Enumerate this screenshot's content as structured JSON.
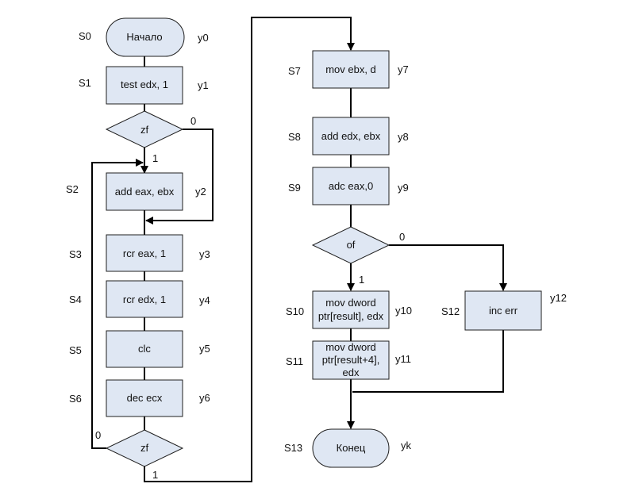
{
  "nodes": {
    "start": "Начало",
    "n1": "test edx, 1",
    "d1": "zf",
    "n2": "add eax, ebx",
    "n3": "rcr eax, 1",
    "n4": "rcr edx, 1",
    "n5": "clc",
    "n6": "dec ecx",
    "d2": "zf",
    "n7": "mov ebx, d",
    "n8": "add edx, ebx",
    "n9": "adc eax,0",
    "d3": "of",
    "n10": [
      "mov dword",
      "ptr[result], edx"
    ],
    "n11": [
      "mov dword",
      "ptr[result+4],",
      "edx"
    ],
    "n12": "inc err",
    "end": "Конец"
  },
  "states": {
    "s0": "S0",
    "s1": "S1",
    "s2": "S2",
    "s3": "S3",
    "s4": "S4",
    "s5": "S5",
    "s6": "S6",
    "s7": "S7",
    "s8": "S8",
    "s9": "S9",
    "s10": "S10",
    "s11": "S11",
    "s12": "S12",
    "s13": "S13"
  },
  "outputs": {
    "y0": "y0",
    "y1": "y1",
    "y2": "y2",
    "y3": "y3",
    "y4": "y4",
    "y5": "y5",
    "y6": "y6",
    "y7": "y7",
    "y8": "y8",
    "y9": "y9",
    "y10": "y10",
    "y11": "y11",
    "y12": "y12",
    "yk": "yk"
  },
  "branches": {
    "d1_false": "0",
    "d1_true": "1",
    "d2_false": "0",
    "d2_true": "1",
    "d3_false": "0",
    "d3_true": "1"
  },
  "colors": {
    "fill": "#dfe7f3",
    "stroke": "#1f1f1f",
    "line": "#000000"
  }
}
